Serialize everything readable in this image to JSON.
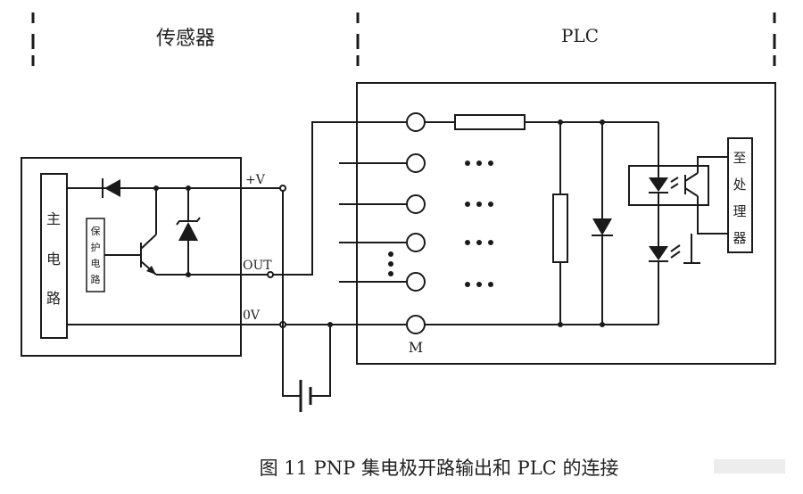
{
  "sections": {
    "sensor": "传感器",
    "plc": "PLC"
  },
  "main_circuit": [
    "主",
    "电",
    "路"
  ],
  "protection_circuit": [
    "保",
    "护",
    "电",
    "路"
  ],
  "terminals": {
    "plus_v": "+V",
    "out": "OUT",
    "zero_v": "0V"
  },
  "common_terminal": "M",
  "to_processor": [
    "至",
    "处",
    "理",
    "器"
  ],
  "caption": "图 11 PNP 集电极开路输出和 PLC 的连接"
}
